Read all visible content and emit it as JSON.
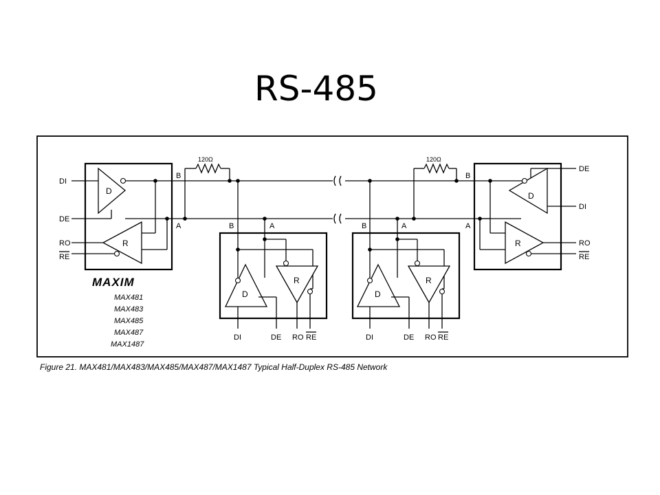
{
  "slide": {
    "title": "RS-485"
  },
  "diagram": {
    "caption": "Figure 21. MAX481/MAX483/MAX485/MAX487/MAX1487 Typical Half-Duplex RS-485 Network",
    "resistor_label": "120Ω",
    "logo_text": "MAXIM",
    "models": [
      "MAX481",
      "MAX483",
      "MAX485",
      "MAX487",
      "MAX1487"
    ],
    "gates": {
      "driver": "D",
      "receiver": "R"
    },
    "bus_lines": {
      "b": "B",
      "a": "A"
    },
    "pins": {
      "di": "DI",
      "de": "DE",
      "ro": "RO",
      "re": "RE"
    }
  }
}
